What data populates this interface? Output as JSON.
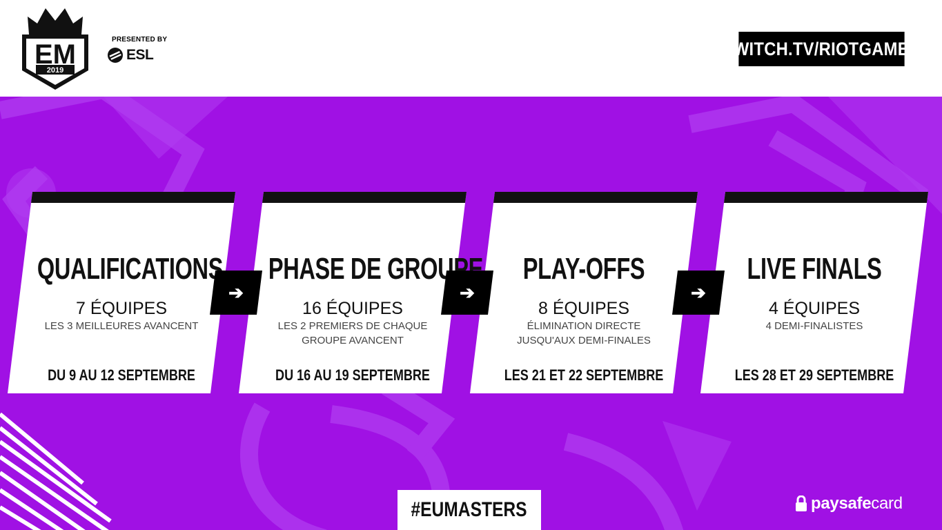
{
  "brand": {
    "logo_letters": "EM",
    "logo_year": "2019",
    "presented_by": "PRESENTED BY",
    "partner": "ESL",
    "stream": "TWITCH.TV/RIOTGAMES",
    "hashtag": "#EUMASTERS",
    "sponsor_bold": "paysafe",
    "sponsor_light": "card"
  },
  "stages": [
    {
      "title": "QUALIFICATIONS",
      "teams": "7 ÉQUIPES",
      "desc": "LES 3 MEILLEURES AVANCENT",
      "date": "DU 9 AU 12 SEPTEMBRE"
    },
    {
      "title": "PHASE DE GROUPE",
      "teams": "16 ÉQUIPES",
      "desc": "LES 2 PREMIERS DE CHAQUE GROUPE AVANCENT",
      "date": "DU 16 AU 19 SEPTEMBRE"
    },
    {
      "title": "PLAY-OFFS",
      "teams": "8 ÉQUIPES",
      "desc": "ÉLIMINATION DIRECTE JUSQU'AUX DEMI-FINALES",
      "date": "LES 21 ET 22 SEPTEMBRE"
    },
    {
      "title": "LIVE FINALS",
      "teams": "4 ÉQUIPES",
      "desc": "4 DEMI-FINALISTES",
      "date": "LES 28 ET 29 SEPTEMBRE"
    }
  ],
  "arrow_icon": "arrow-right-icon",
  "colors": {
    "background": "#a011e4",
    "card": "#ffffff",
    "accent": "#000000"
  }
}
